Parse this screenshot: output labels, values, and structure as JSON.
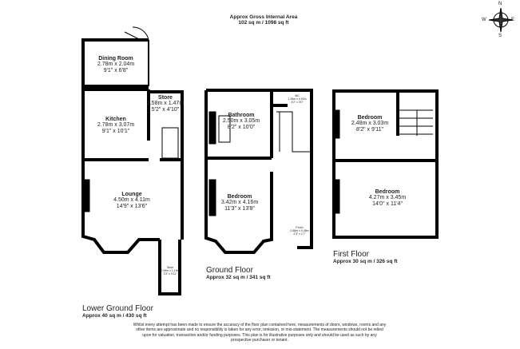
{
  "header": {
    "line1": "Approx Gross Internal Area",
    "line2": "102 sq m / 1098 sq ft"
  },
  "compass": {
    "n": "N",
    "e": "E",
    "s": "S",
    "w": "W"
  },
  "floors": [
    {
      "name": "Lower Ground Floor",
      "area": "Approx 40 sq m / 430 sq ft",
      "rooms": [
        {
          "name": "Dining Room",
          "metric": "2.78m x 2.04m",
          "imperial": "9'1\" x 6'8\""
        },
        {
          "name": "Kitchen",
          "metric": "2.78m x 3.07m",
          "imperial": "9'1\" x 10'1\""
        },
        {
          "name": "Store",
          "metric": "1.58m x 1.47m",
          "imperial": "5'2\" x 4'10\""
        },
        {
          "name": "Lounge",
          "metric": "4.50m x 4.11m",
          "imperial": "14'9\" x 13'6\""
        },
        {
          "name": "Store",
          "metric": "0.99m x 1.19m",
          "imperial": "3'3\" x 3'11\""
        }
      ]
    },
    {
      "name": "Ground Floor",
      "area": "Approx 32 sq m / 341 sq ft",
      "rooms": [
        {
          "name": "Bathroom",
          "metric": "2.50m x 3.05m",
          "imperial": "8'2\" x 10'0\""
        },
        {
          "name": "Bedroom",
          "metric": "3.42m x 4.16m",
          "imperial": "11'3\" x 13'8\""
        },
        {
          "name": "WC",
          "metric": "1.26m x 0.92m",
          "imperial": "4'2\" x 3'0\""
        },
        {
          "name": "Porch",
          "metric": "0.68m x 0.48m",
          "imperial": "2'3\" x 1'7\""
        }
      ]
    },
    {
      "name": "First Floor",
      "area": "Approx 30 sq m / 326 sq ft",
      "rooms": [
        {
          "name": "Bedroom",
          "metric": "2.48m x 3.03m",
          "imperial": "8'2\" x 9'11\""
        },
        {
          "name": "Bedroom",
          "metric": "4.27m x 3.45m",
          "imperial": "14'0\" x 11'4\""
        }
      ]
    }
  ],
  "disclaimer": "Whilst every attempt has been made to ensure the accuracy of the floor plan contained here, measurements of doors, windows, rooms and any other items are approximate and no responsibility is taken for any error, omission, or mis-statement. The measurements should not be relied upon for valuation, transaction and/or funding purposes. This plan is for illustrative purposes only and should be used as such by any prospective purchaser or tenant."
}
